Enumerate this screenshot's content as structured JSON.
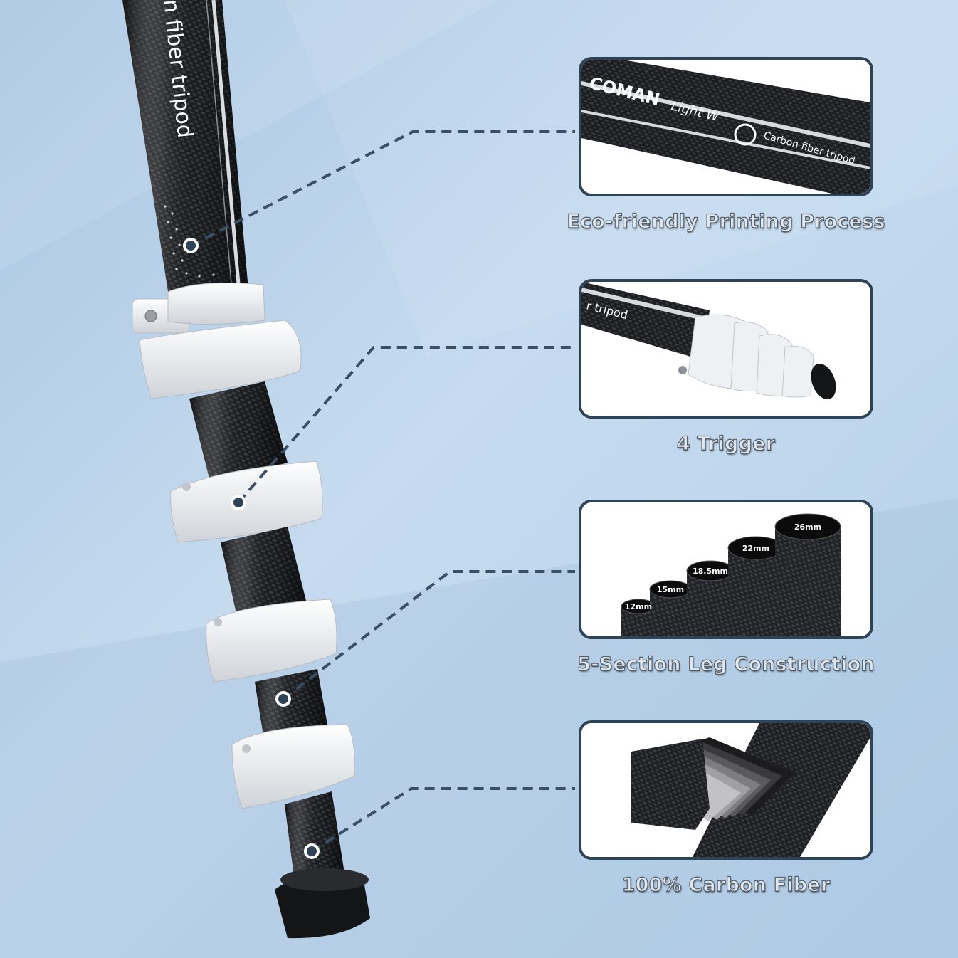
{
  "pole": {
    "printed_text": "n fiber tripod"
  },
  "features": [
    {
      "caption": "Eco-friendly Printing Process",
      "image_text": {
        "brand": "COMAN",
        "model": "Light W",
        "tag": "Carbon fiber tripod"
      }
    },
    {
      "caption": "4 Trigger",
      "image_text": {
        "tag": "r tripod"
      }
    },
    {
      "caption": "5-Section Leg Construction",
      "diameters": [
        "12mm",
        "15mm",
        "18.5mm",
        "22mm",
        "26mm"
      ]
    },
    {
      "caption": "100% Carbon Fiber"
    }
  ],
  "colors": {
    "background": "#b9d2ea",
    "panel_border": "#2f4256",
    "connector": "#3a4f63",
    "carbon": "#1e1f22",
    "clamp": "#e9ebee"
  }
}
